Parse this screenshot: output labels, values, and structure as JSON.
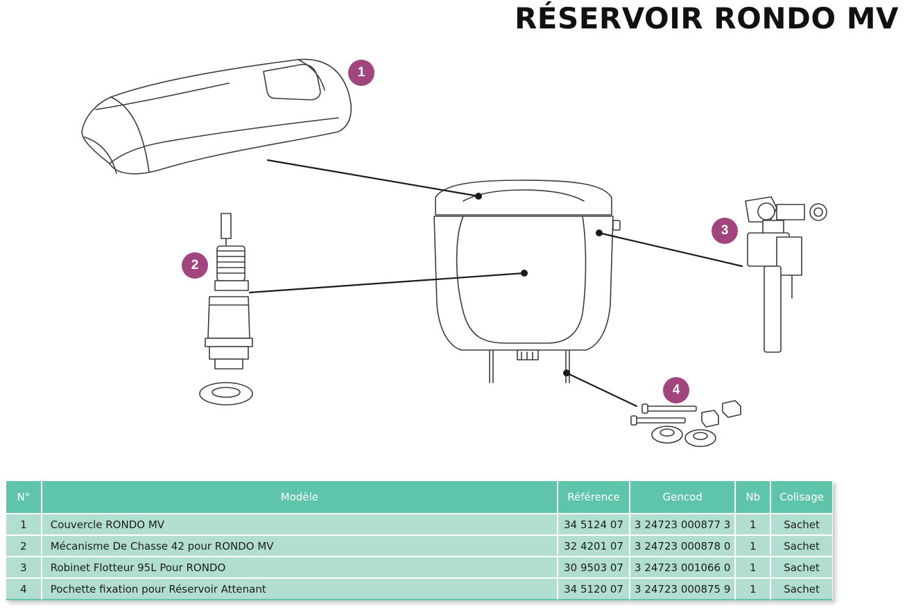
{
  "title": "RÉSERVOIR RONDO MV",
  "callouts": [
    "1",
    "2",
    "3",
    "4"
  ],
  "accent_colors": {
    "badge": "#a2457f",
    "table_header": "#5fc5aa",
    "table_row": "#b1ded0"
  },
  "table": {
    "headers": {
      "num": "N°",
      "model": "Modèle",
      "reference": "Référence",
      "gencod": "Gencod",
      "nb": "Nb",
      "colisage": "Colisage"
    },
    "rows": [
      {
        "num": "1",
        "model": "Couvercle RONDO MV",
        "reference": "34 5124 07",
        "gencod": "3 24723 000877 3",
        "nb": "1",
        "colisage": "Sachet"
      },
      {
        "num": "2",
        "model": "Mécanisme De Chasse 42 pour RONDO MV",
        "reference": "32 4201 07",
        "gencod": "3 24723 000878 0",
        "nb": "1",
        "colisage": "Sachet"
      },
      {
        "num": "3",
        "model": "Robinet Flotteur 95L Pour RONDO",
        "reference": "30 9503 07",
        "gencod": "3 24723 001066 0",
        "nb": "1",
        "colisage": "Sachet"
      },
      {
        "num": "4",
        "model": "Pochette fixation pour Réservoir Attenant",
        "reference": "34 5120 07",
        "gencod": "3 24723 000875 9",
        "nb": "1",
        "colisage": "Sachet"
      }
    ]
  }
}
